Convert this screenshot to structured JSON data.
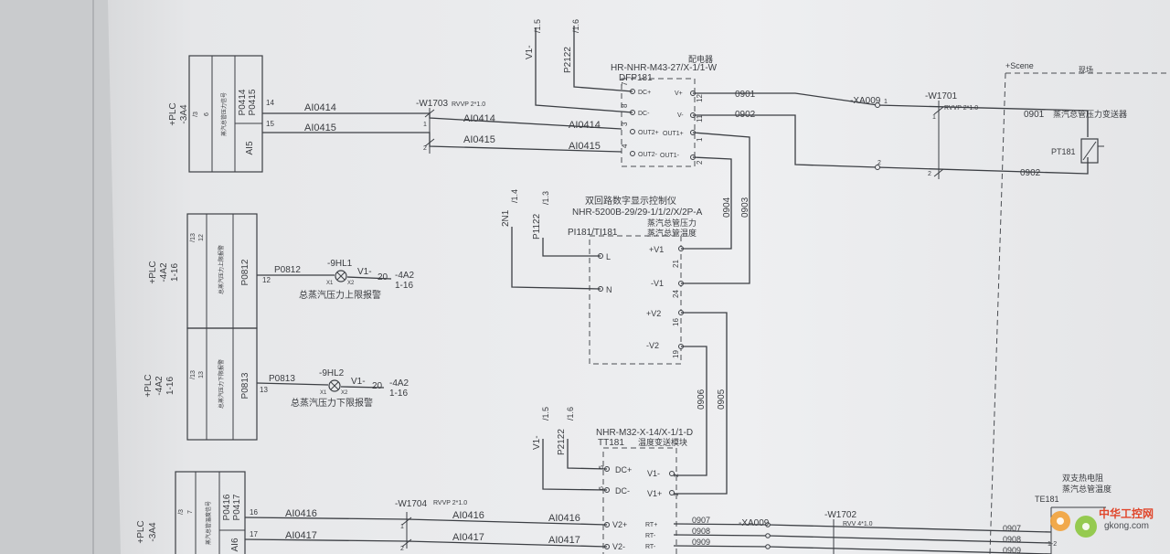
{
  "plc_blocks": [
    {
      "id": "b1",
      "plc": "+PLC",
      "card": "-3A4",
      "slot": "/3",
      "num": "6",
      "desc": "蒸汽总管压力信号",
      "tags": [
        "P0414",
        "P0415"
      ],
      "ai": "AI5"
    },
    {
      "id": "b2",
      "plc": "+PLC",
      "card": "-4A2",
      "range": "1-16",
      "slot": "/13",
      "num": "12",
      "desc": "总蒸汽压力上限报警",
      "tag": "P0812"
    },
    {
      "id": "b3",
      "plc": "+PLC",
      "card": "-4A2",
      "range": "1-16",
      "slot": "/13",
      "num": "13",
      "desc": "总蒸汽压力下限报警",
      "tag": "P0813"
    },
    {
      "id": "b4",
      "plc": "+PLC",
      "card": "-3A4",
      "slot": "/3",
      "num": "7",
      "desc": "蒸汽总管温度信号",
      "tags": [
        "P0416",
        "P0417"
      ],
      "ai": "AI6"
    }
  ],
  "wires": {
    "pins": {
      "p14": "14",
      "p15": "15",
      "p12": "12",
      "p13": "13",
      "p16": "16",
      "p17": "17"
    },
    "ai0414": "AI0414",
    "ai0415": "AI0415",
    "ai0416": "AI0416",
    "ai0417": "AI0417",
    "cable_w1703": "-W1703",
    "cable_w1704": "-W1704",
    "cable_spec": "RVVP 2*1.0",
    "p0812": "P0812",
    "p0813": "P0813",
    "hl1": "-9HL1",
    "hl2": "-9HL2",
    "v1": "V1-",
    "x1": "X1",
    "x2": "X2",
    "twenty": "20",
    "ref": "-4A2",
    "ref_range": "1-16",
    "w1": "1",
    "w2": "2"
  },
  "distributor": {
    "label": "配电器",
    "model": "HR-NHR-M43-27/X-1/1-W",
    "tag": "DFP181",
    "terms": [
      "DC+",
      "DC-",
      "OUT2+",
      "OUT2-",
      "OUT1+",
      "OUT1-",
      "V+",
      "V-"
    ],
    "term_nums": [
      "7",
      "8",
      "3",
      "4",
      "12",
      "11",
      "1",
      "2"
    ],
    "v1_ref": "V1-",
    "v1_page": "/1.5",
    "p2122": "P2122",
    "p2122_page": "/1.6"
  },
  "field": {
    "scene": "+Scene",
    "site": "现场",
    "xa": "-XA009",
    "w1701": "-W1701",
    "w1701_spec": "RVVP 2*1.0",
    "w0901": "0901",
    "w0902": "0902",
    "sensor_label": "蒸汽总管压力变送器",
    "sensor_tag": "PT181"
  },
  "controller": {
    "title": "双回路数字显示控制仪",
    "model": "NHR-5200B-29/29-1/1/2/X/2P-A",
    "ch1": "蒸汽总管压力",
    "ch2": "蒸汽总管温度",
    "tag": "PI181/TI181",
    "l": "L",
    "n": "N",
    "v1p": "+V1",
    "v1m": "-V1",
    "v2p": "+V2",
    "v2m": "-V2",
    "t21": "21",
    "t24": "24",
    "t16": "16",
    "t19": "19",
    "w0904": "0904",
    "w0903": "0903",
    "w0906": "0906",
    "w0905": "0905",
    "n2": "2N1",
    "n2_page": "/1.4",
    "p1122": "P1122",
    "p1122_page": "/1.3"
  },
  "transmitter": {
    "model": "NHR-M32-X-14/X-1/1-D",
    "tag": "TT181",
    "label": "温度变送模块",
    "dcp": "DC+",
    "dcm": "DC-",
    "v1m": "V1-",
    "v1p": "V1+",
    "v2p": "V2+",
    "v2m": "V2-",
    "rtp": "RT+",
    "rtm": "RT-",
    "rtm2": "RT-",
    "t5": "5",
    "t6": "6",
    "t2": "2",
    "t1": "1",
    "v1_ref": "V1-",
    "v1_page": "/1.5",
    "p2122": "P2122",
    "p2122_page": "/1.6"
  },
  "rtd": {
    "xa": "-XA009",
    "w1702": "-W1702",
    "w1702_spec": "RVV 4*1.0",
    "w0907": "0907",
    "w0908": "0908",
    "w0909": "0909",
    "title": "双支热电阻",
    "label": "蒸汽总管温度",
    "tag": "TE181",
    "t2": "1-2"
  },
  "watermark": {
    "brand": "中华工控网",
    "url": "gkong.com"
  }
}
